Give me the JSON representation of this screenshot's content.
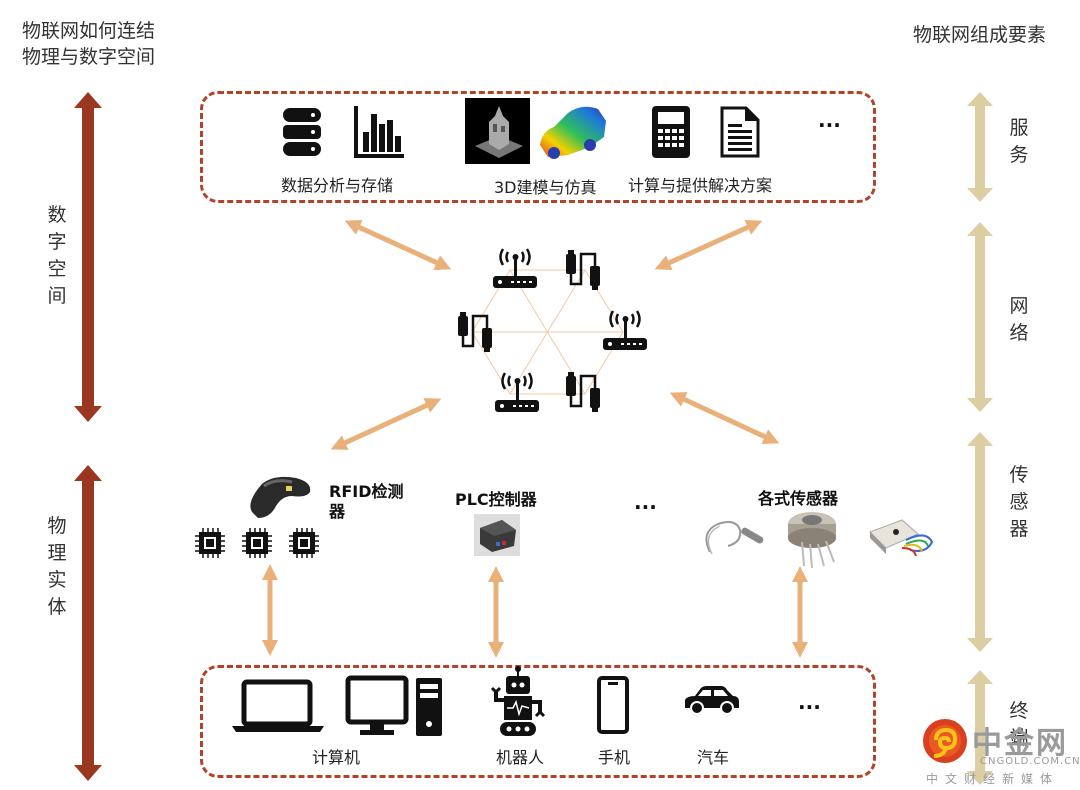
{
  "titles": {
    "left_line1": "物联网如何连结",
    "left_line2": "物理与数字空间",
    "right": "物联网组成要素"
  },
  "left_axis": [
    {
      "label": "数字空间",
      "chars": [
        "数",
        "字",
        "空",
        "间"
      ]
    },
    {
      "label": "物理实体",
      "chars": [
        "物",
        "理",
        "实",
        "体"
      ]
    }
  ],
  "right_axis": [
    {
      "label": "服务",
      "chars": [
        "服",
        "务"
      ]
    },
    {
      "label": "网络",
      "chars": [
        "网",
        "络"
      ]
    },
    {
      "label": "传感器",
      "chars": [
        "传",
        "感",
        "器"
      ]
    },
    {
      "label": "终端",
      "chars": [
        "终",
        "端"
      ]
    }
  ],
  "services": {
    "items": [
      {
        "label": "数据分析与存储",
        "icons": [
          "database-icon",
          "bar-chart-icon"
        ]
      },
      {
        "label": "3D建模与仿真",
        "icons": [
          "3d-model-image",
          "car-simulation-image"
        ]
      },
      {
        "label": "计算与提供解决方案",
        "icons": [
          "calculator-icon",
          "document-icon"
        ]
      }
    ],
    "more": "..."
  },
  "network": {
    "nodes": [
      "router-icon",
      "usb-cable-icon",
      "router-icon",
      "usb-cable-icon",
      "router-icon",
      "usb-cable-icon"
    ]
  },
  "sensors": {
    "rfid_label_line1": "RFID检测",
    "rfid_label_line2": "器",
    "plc_label": "PLC控制器",
    "more": "...",
    "sensor_label": "各式传感器"
  },
  "terminals": {
    "items": [
      {
        "label": "计算机"
      },
      {
        "label": "机器人"
      },
      {
        "label": "手机"
      },
      {
        "label": "汽车"
      }
    ],
    "more": "..."
  },
  "watermark": {
    "name": "中金网",
    "url": "CNGOLD.COM.CN",
    "tagline": "中文财经新媒体"
  },
  "colors": {
    "dark_red": "#9b3620",
    "dash_red": "#b0432a",
    "beige": "#dccda3",
    "orange_arrow": "#e9b07a",
    "hex_line": "#f3c9a6"
  }
}
